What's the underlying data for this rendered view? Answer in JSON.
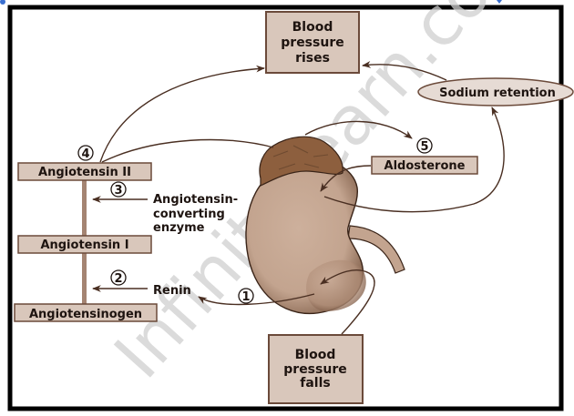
{
  "diagram": {
    "title": "Renin-angiotensin-aldosterone system",
    "colors": {
      "frame": "#000000",
      "box_fill": "#d9c7bb",
      "box_stroke": "#6b4a3a",
      "arrow": "#4a2f22",
      "kidney": "#c9ab97",
      "kidney_shade": "#8b6a55",
      "adrenal": "#8d5f3e",
      "stem": "#a48472"
    },
    "boxes": {
      "bp_rises": [
        "Blood",
        "pressure",
        "rises"
      ],
      "bp_falls": [
        "Blood",
        "pressure",
        "falls"
      ],
      "angiotensin_ii": "Angiotensin II",
      "angiotensin_i": "Angiotensin I",
      "angiotensinogen": "Angiotensinogen",
      "aldosterone": "Aldosterone",
      "sodium_retention": "Sodium retention"
    },
    "labels": {
      "ace": [
        "Angiotensin-",
        "converting",
        "enzyme"
      ],
      "renin": "Renin"
    },
    "steps": [
      "1",
      "2",
      "3",
      "4",
      "5"
    ],
    "watermark": "InfinityLearn.com"
  }
}
